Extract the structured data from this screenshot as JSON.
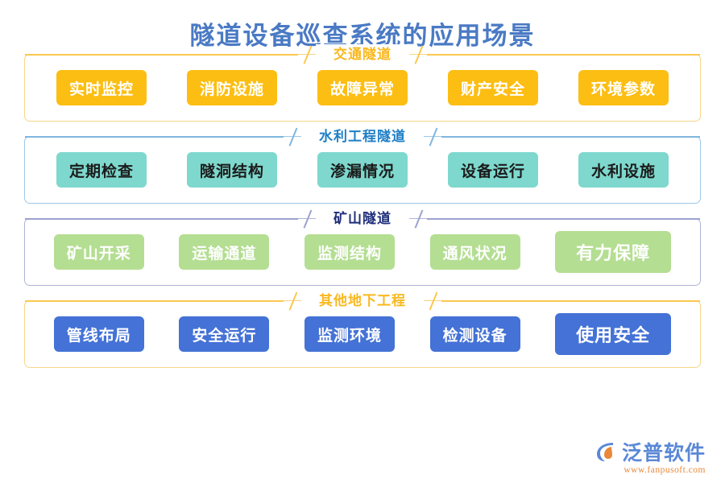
{
  "page": {
    "title": "隧道设备巡查系统的应用场景"
  },
  "sections": [
    {
      "key": "traffic",
      "label": "交通隧道",
      "header_color": "#F9B81E",
      "border_color": "#F7D58A",
      "card_color": "#FCBE12",
      "card_text_color": "#FFFFFF",
      "cards": [
        {
          "label": "实时监控"
        },
        {
          "label": "消防设施"
        },
        {
          "label": "故障异常"
        },
        {
          "label": "财产安全"
        },
        {
          "label": "环境参数"
        }
      ]
    },
    {
      "key": "water",
      "label": "水利工程隧道",
      "header_color": "#1E7FC6",
      "border_color": "#9CC8EA",
      "card_color": "#7ED8CD",
      "card_text_color": "#1B1B1B",
      "cards": [
        {
          "label": "定期检查"
        },
        {
          "label": "隧洞结构"
        },
        {
          "label": "渗漏情况"
        },
        {
          "label": "设备运行"
        },
        {
          "label": "水利设施"
        }
      ]
    },
    {
      "key": "mine",
      "label": "矿山隧道",
      "header_color": "#1F2E7A",
      "border_color": "#AFB4D8",
      "card_color": "#B4DE92",
      "card_text_color": "#FFFFFF",
      "cards": [
        {
          "label": "矿山开采"
        },
        {
          "label": "运输通道"
        },
        {
          "label": "监测结构"
        },
        {
          "label": "通风状况"
        },
        {
          "label": "有力保障",
          "emphasis": true
        }
      ]
    },
    {
      "key": "other",
      "label": "其他地下工程",
      "header_color": "#F9B81E",
      "border_color": "#F7D58A",
      "card_color": "#4472D6",
      "card_text_color": "#FFFFFF",
      "cards": [
        {
          "label": "管线布局"
        },
        {
          "label": "安全运行"
        },
        {
          "label": "监测环境"
        },
        {
          "label": "检测设备"
        },
        {
          "label": "使用安全",
          "emphasis": true
        }
      ]
    }
  ],
  "logo": {
    "name": "泛普软件",
    "url": "www.fanpusoft.com",
    "mark_color": "#5B88D6",
    "accent_color": "#E8883A"
  }
}
